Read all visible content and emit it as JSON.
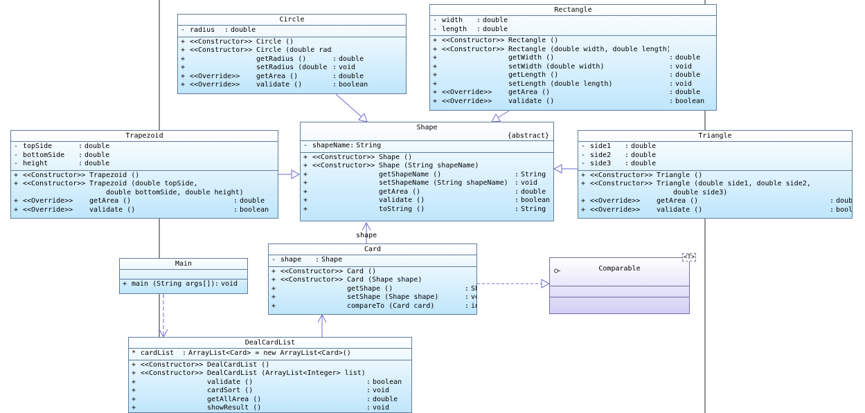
{
  "classes": [
    {
      "id": "circle",
      "name": "Circle",
      "stereotype": "",
      "nmw": 110,
      "attributes": [
        {
          "vis": "-",
          "name": "radius",
          "type": "double"
        }
      ],
      "operations": [
        {
          "vis": "+",
          "st": "<<Constructor>>",
          "name": "Circle ()",
          "type": ""
        },
        {
          "vis": "+",
          "st": "<<Constructor>>",
          "name": "Circle (double radius)",
          "type": ""
        },
        {
          "vis": "+",
          "st": "",
          "name": "getRadius ()",
          "type": "double"
        },
        {
          "vis": "+",
          "st": "",
          "name": "setRadius (double radius)",
          "type": "void"
        },
        {
          "vis": "+",
          "st": "<<Override>>",
          "name": "getArea ()",
          "type": "double"
        },
        {
          "vis": "+",
          "st": "<<Override>>",
          "name": "validate ()",
          "type": "boolean"
        }
      ]
    },
    {
      "id": "rectangle",
      "name": "Rectangle",
      "stereotype": "",
      "nmw": 232,
      "attributes": [
        {
          "vis": "-",
          "name": "width",
          "type": "double"
        },
        {
          "vis": "-",
          "name": "length",
          "type": "double"
        }
      ],
      "operations": [
        {
          "vis": "+",
          "st": "<<Constructor>>",
          "name": "Rectangle ()",
          "type": ""
        },
        {
          "vis": "+",
          "st": "<<Constructor>>",
          "name": "Rectangle (double width, double length)",
          "type": ""
        },
        {
          "vis": "+",
          "st": "",
          "name": "getWidth ()",
          "type": "double"
        },
        {
          "vis": "+",
          "st": "",
          "name": "setWidth (double width)",
          "type": "void"
        },
        {
          "vis": "+",
          "st": "",
          "name": "getLength ()",
          "type": "double"
        },
        {
          "vis": "+",
          "st": "",
          "name": "setLength (double length)",
          "type": "void"
        },
        {
          "vis": "+",
          "st": "<<Override>>",
          "name": "getArea ()",
          "type": "double"
        },
        {
          "vis": "+",
          "st": "<<Override>>",
          "name": "validate ()",
          "type": "boolean"
        }
      ]
    },
    {
      "id": "shape",
      "name": "Shape",
      "stereotype": "{abstract}",
      "nmw": 196,
      "attributes": [
        {
          "vis": "-",
          "name": "shapeName",
          "type": "String"
        }
      ],
      "operations": [
        {
          "vis": "+",
          "st": "<<Constructor>>",
          "name": "Shape ()",
          "type": ""
        },
        {
          "vis": "+",
          "st": "<<Constructor>>",
          "name": "Shape (String shapeName)",
          "type": ""
        },
        {
          "vis": "+",
          "st": "",
          "name": "getShapeName ()",
          "type": "String"
        },
        {
          "vis": "+",
          "st": "",
          "name": "setShapeName (String shapeName)",
          "type": "void"
        },
        {
          "vis": "+",
          "st": "",
          "name": "getArea ()",
          "type": "double"
        },
        {
          "vis": "+",
          "st": "",
          "name": "validate ()",
          "type": "boolean"
        },
        {
          "vis": "+",
          "st": "",
          "name": "toString ()",
          "type": "String"
        }
      ]
    },
    {
      "id": "trapezoid",
      "name": "Trapezoid",
      "stereotype": "",
      "nmw": 208,
      "attributes": [
        {
          "vis": "-",
          "name": "topSide",
          "type": "double"
        },
        {
          "vis": "-",
          "name": "bottomSide",
          "type": "double"
        },
        {
          "vis": "-",
          "name": "height",
          "type": "double"
        }
      ],
      "operations": [
        {
          "vis": "+",
          "st": "<<Constructor>>",
          "name": "Trapezoid ()",
          "type": ""
        },
        {
          "vis": "+",
          "st": "<<Constructor>>",
          "name": "Trapezoid (double topSide,",
          "type": "",
          "cont": "double bottomSide, double height)"
        },
        {
          "vis": "+",
          "st": "<<Override>>",
          "name": "getArea ()",
          "type": "double"
        },
        {
          "vis": "+",
          "st": "<<Override>>",
          "name": "validate ()",
          "type": "boolean"
        }
      ]
    },
    {
      "id": "triangle",
      "name": "Triangle",
      "stereotype": "",
      "nmw": 250,
      "attributes": [
        {
          "vis": "-",
          "name": "side1",
          "type": "double"
        },
        {
          "vis": "-",
          "name": "side2",
          "type": "double"
        },
        {
          "vis": "-",
          "name": "side3",
          "type": "double"
        }
      ],
      "operations": [
        {
          "vis": "+",
          "st": "<<Constructor>>",
          "name": "Triangle ()",
          "type": ""
        },
        {
          "vis": "+",
          "st": "<<Constructor>>",
          "name": "Triangle (double side1, double side2,",
          "type": "",
          "cont": "double side3)"
        },
        {
          "vis": "+",
          "st": "<<Override>>",
          "name": "getArea ()",
          "type": "double"
        },
        {
          "vis": "+",
          "st": "<<Override>>",
          "name": "validate ()",
          "type": "boolean"
        }
      ]
    },
    {
      "id": "card",
      "name": "Card",
      "stereotype": "",
      "nmw": 170,
      "attributes": [
        {
          "vis": "-",
          "name": "shape",
          "type": "Shape"
        }
      ],
      "operations": [
        {
          "vis": "+",
          "st": "<<Constructor>>",
          "name": "Card ()",
          "type": ""
        },
        {
          "vis": "+",
          "st": "<<Constructor>>",
          "name": "Card (Shape shape)",
          "type": ""
        },
        {
          "vis": "+",
          "st": "",
          "name": "getShape ()",
          "type": "Shape"
        },
        {
          "vis": "+",
          "st": "",
          "name": "setShape (Shape shape)",
          "type": "void"
        },
        {
          "vis": "+",
          "st": "",
          "name": "compareTo (Card card)",
          "type": "int"
        }
      ]
    },
    {
      "id": "main",
      "name": "Main",
      "stereotype": "",
      "nmw": 120,
      "attributes": [],
      "operations": [
        {
          "vis": "+",
          "st": "",
          "name": "main (String args[])",
          "type": "void"
        }
      ]
    },
    {
      "id": "dealcardlist",
      "name": "DealCardList",
      "stereotype": "",
      "nmw": 230,
      "attributes": [
        {
          "vis": "*",
          "name": "cardList",
          "type": "ArrayList<Card> = new ArrayList<Card>()"
        }
      ],
      "operations": [
        {
          "vis": "+",
          "st": "<<Constructor>>",
          "name": "DealCardList ()",
          "type": ""
        },
        {
          "vis": "+",
          "st": "<<Constructor>>",
          "name": "DealCardList (ArrayList<Integer> list)",
          "type": ""
        },
        {
          "vis": "+",
          "st": "",
          "name": "validate ()",
          "type": "boolean"
        },
        {
          "vis": "+",
          "st": "",
          "name": "cardSort ()",
          "type": "void"
        },
        {
          "vis": "+",
          "st": "",
          "name": "getAllArea ()",
          "type": "double"
        },
        {
          "vis": "+",
          "st": "",
          "name": "showResult ()",
          "type": "void"
        }
      ]
    }
  ],
  "interface": {
    "name": "Comparable",
    "type_param": "<T>"
  },
  "association_role": "shape"
}
